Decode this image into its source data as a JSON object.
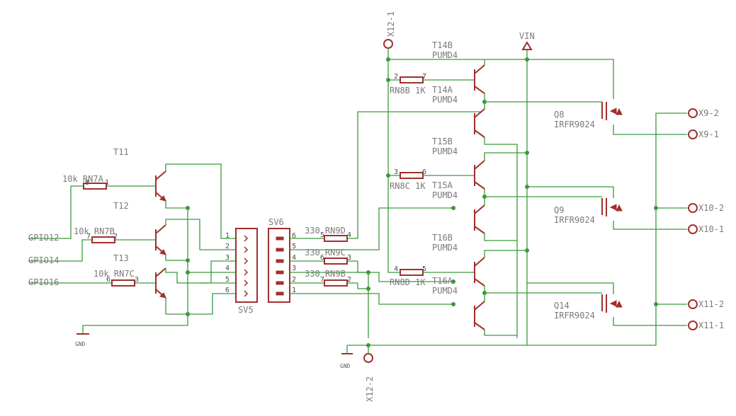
{
  "colors": {
    "wire": "#3a9a3a",
    "part": "#a0302c",
    "label": "#7a7a7a"
  },
  "labels": {
    "t11": "T11",
    "t12": "T12",
    "t13": "T13",
    "rn7a": "10k RN7A",
    "rn7b": "10k RN7B",
    "rn7c": "10k RN7C",
    "gpio12": "GPIO12",
    "gpio14": "GPIO14",
    "gpio16": "GPIO16",
    "gnd": "GND",
    "sv5": "SV5",
    "sv6": "SV6",
    "rn9d": "330 RN9D",
    "rn9c": "330 RN9C",
    "rn9b": "330 RN9B",
    "x12_1": "X12-1",
    "x12_2": "X12-2",
    "vin": "VIN",
    "t14b": "T14B",
    "t14a": "T14A",
    "t15b": "T15B",
    "t15a": "T15A",
    "t16b": "T16B",
    "t16a": "T16A",
    "pumd4": "PUMD4",
    "rn8b": "RN8B 1K",
    "rn8c": "RN8C 1K",
    "rn8d": "RN8D 1K",
    "q8": "Q8",
    "q9": "Q9",
    "q14": "Q14",
    "irfr": "IRFR9024",
    "x9_2": "X9-2",
    "x9_1": "X9-1",
    "x10_2": "X10-2",
    "x10_1": "X10-1",
    "x11_2": "X11-2",
    "x11_1": "X11-1"
  },
  "pins": {
    "n1": "1",
    "n2": "2",
    "n3": "3",
    "n4": "4",
    "n5": "5",
    "n6": "6",
    "n7": "7",
    "n8": "8"
  }
}
